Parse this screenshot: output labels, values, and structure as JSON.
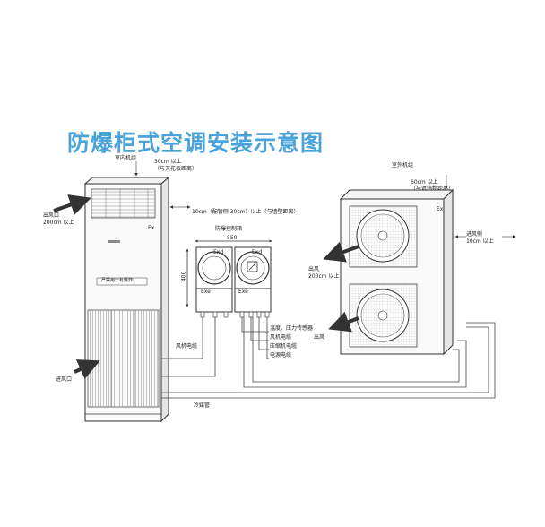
{
  "title": "防爆柜式空调安装示意图",
  "indoor": {
    "top_label": "室内机组",
    "clearance_top_1": "30cm 以上",
    "clearance_top_2": "（与天花板距离）",
    "outlet_1": "出风口",
    "outlet_2": "200cm 以上",
    "ex_tag": "Ex",
    "panel_text": "严禁用于有爆炸!",
    "inlet": "进风口"
  },
  "side_clearance": "10cm（配管侧 30cm）以上（与墙壁距离）",
  "control_box": {
    "title": "防爆控制箱",
    "width": "550",
    "height": "400",
    "exd_left": "Exd",
    "exd_right": "Exd",
    "exe_left": "Exe",
    "exe_right": "Exe"
  },
  "cables": {
    "temp_pressure": "温度、压力传感器",
    "fan_cable_right": "风机电缆",
    "compressor": "压缩机电缆",
    "power": "电源电缆",
    "fan_cable_left": "风机电缆",
    "refrigerant": "冷媒管"
  },
  "outdoor": {
    "top_label": "室外机组",
    "clearance_top_1": "60cm 以上",
    "clearance_top_2": "（与遮挡物距离）",
    "ex_tag": "Ex",
    "outlet_1": "出风",
    "outlet_2": "200cm 以上",
    "outlet_bottom": "出风",
    "inlet_side_1": "进风侧",
    "inlet_side_2": "10cm 以上"
  },
  "colors": {
    "title": "#4aa3d8",
    "line": "#333333"
  }
}
